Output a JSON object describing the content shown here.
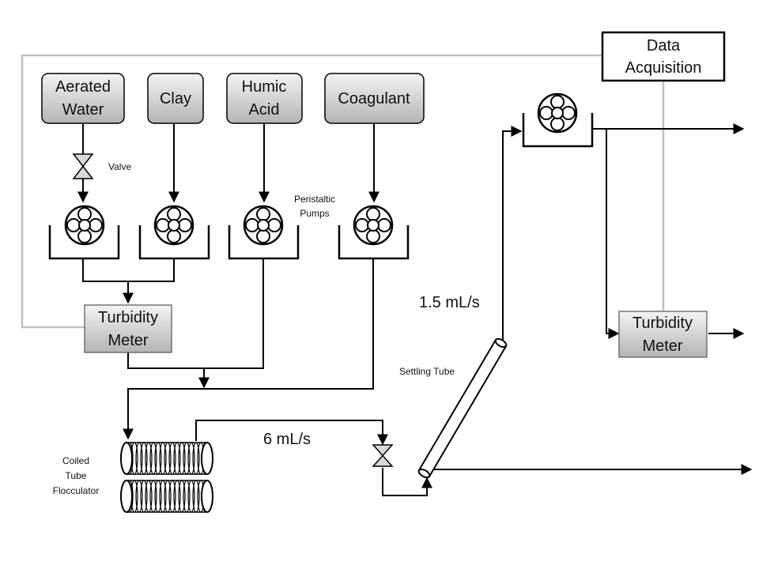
{
  "sources": {
    "aerated_water": [
      "Aerated",
      "Water"
    ],
    "clay": "Clay",
    "humic_acid": [
      "Humic",
      "Acid"
    ],
    "coagulant": "Coagulant"
  },
  "labels": {
    "valve": "Valve",
    "peristaltic_pumps": [
      "Peristaltic",
      "Pumps"
    ],
    "turbidity_meter": [
      "Turbidity",
      "Meter"
    ],
    "data_acquisition": [
      "Data",
      "Acquisition"
    ],
    "flow_rate_settling": "1.5 mL/s",
    "flow_rate_flocculator": "6 mL/s",
    "settling_tube": "Settling Tube",
    "coiled_tube_flocculator": [
      "Coiled",
      "Tube",
      "Flocculator"
    ]
  },
  "colors": {
    "box_fill_top": "#f4f4f4",
    "box_fill_bottom": "#b4b4b4",
    "signal_line": "#bfbfbf",
    "line": "#000000"
  }
}
